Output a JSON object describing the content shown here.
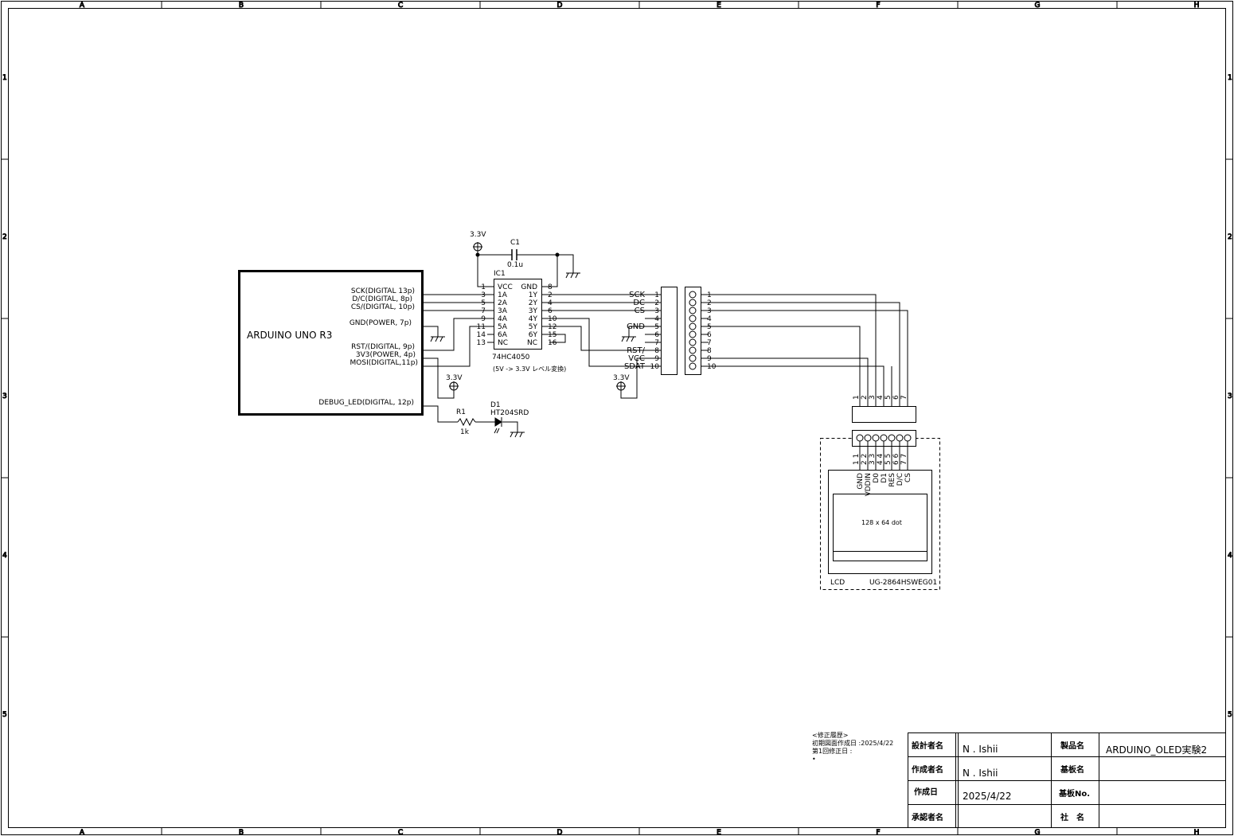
{
  "frame": {
    "col_labels": [
      "A",
      "B",
      "C",
      "D",
      "E",
      "F",
      "G",
      "H"
    ],
    "row_labels": [
      "1",
      "2",
      "3",
      "4",
      "5"
    ]
  },
  "arduino": {
    "name": "ARDUINO UNO R3",
    "pins": [
      "SCK(DIGITAL 13p)",
      "D/C(DIGITAL, 8p)",
      "CS/(DIGITAL, 10p)",
      "GND(POWER, 7p)",
      "RST/(DIGITAL, 9p)",
      "3V3(POWER, 4p)",
      "MOSI(DIGITAL,11p)",
      "DEBUG_LED(DIGITAL, 12p)"
    ]
  },
  "ic1": {
    "ref": "IC1",
    "part": "74HC4050",
    "note": "(5V -> 3.3V レベル変換)",
    "left_pins": [
      {
        "num": "1",
        "name": "VCC"
      },
      {
        "num": "3",
        "name": "1A"
      },
      {
        "num": "5",
        "name": "2A"
      },
      {
        "num": "7",
        "name": "3A"
      },
      {
        "num": "9",
        "name": "4A"
      },
      {
        "num": "11",
        "name": "5A"
      },
      {
        "num": "14",
        "name": "6A"
      },
      {
        "num": "13",
        "name": "NC"
      }
    ],
    "right_pins": [
      {
        "num": "8",
        "name": "GND"
      },
      {
        "num": "2",
        "name": "1Y"
      },
      {
        "num": "4",
        "name": "2Y"
      },
      {
        "num": "6",
        "name": "3Y"
      },
      {
        "num": "10",
        "name": "4Y"
      },
      {
        "num": "12",
        "name": "5Y"
      },
      {
        "num": "15",
        "name": "6Y"
      },
      {
        "num": "16",
        "name": "NC"
      }
    ]
  },
  "c1": {
    "ref": "C1",
    "value": "0.1u"
  },
  "r1": {
    "ref": "R1",
    "value": "1k"
  },
  "d1": {
    "ref": "D1",
    "part": "HT204SRD"
  },
  "power": {
    "v33": "3.3V"
  },
  "connector": {
    "signals": [
      "SCK",
      "DC",
      "CS",
      "",
      "GND",
      "",
      "",
      "RST/",
      "VCC",
      "SDAT"
    ],
    "pins": [
      "1",
      "2",
      "3",
      "4",
      "5",
      "6",
      "7",
      "8",
      "9",
      "10"
    ]
  },
  "lcd": {
    "pin_top": [
      "1",
      "2",
      "3",
      "4",
      "5",
      "6",
      "7"
    ],
    "pin_bottom": [
      "1 1",
      "2 2",
      "3 3",
      "4 4",
      "5 5",
      "6 6",
      "7 7"
    ],
    "signals": [
      "GND",
      "VDDIN",
      "D0",
      "D1",
      "RES",
      "D/C",
      "CS"
    ],
    "screen": "128 x 64 dot",
    "label": "LCD",
    "model": "UG-2864HSWEG01"
  },
  "revision": {
    "title": "<修正履歴>",
    "first": "初期図面作成日 :2025/4/22",
    "rev1": "第1回修正日 :",
    "bullet": "•"
  },
  "title_block": {
    "designer_label": "設計者名",
    "designer": "N . Ishii",
    "creator_label": "作成者名",
    "creator": "N . Ishii",
    "date_label": "作成日",
    "date": "2025/4/22",
    "approver_label": "承認者名",
    "approver": "",
    "product_label": "製品名",
    "product": "ARDUINO_OLED実験2",
    "board_label": "基板名",
    "board": "",
    "board_no_label": "基板No.",
    "board_no": "",
    "company_label": "社　名",
    "company": ""
  }
}
